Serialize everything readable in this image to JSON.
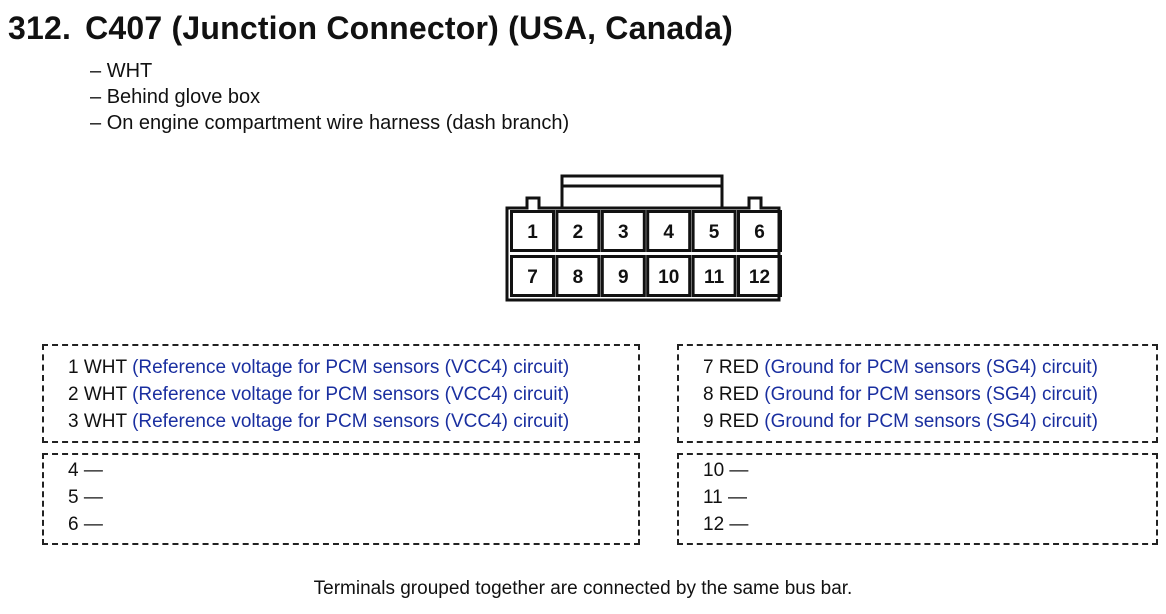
{
  "title": {
    "number": "312.",
    "text": "C407 (Junction Connector) (USA, Canada)"
  },
  "notes": [
    "WHT",
    "Behind glove box",
    "On engine compartment wire harness (dash branch)"
  ],
  "connector": {
    "top_row": [
      "1",
      "2",
      "3",
      "4",
      "5",
      "6"
    ],
    "bottom_row": [
      "7",
      "8",
      "9",
      "10",
      "11",
      "12"
    ]
  },
  "groups": [
    {
      "rows": [
        {
          "pin": "1",
          "wire": "WHT",
          "circuit": "(Reference voltage for PCM sensors (VCC4) circuit)"
        },
        {
          "pin": "2",
          "wire": "WHT",
          "circuit": "(Reference voltage for PCM sensors (VCC4) circuit)"
        },
        {
          "pin": "3",
          "wire": "WHT",
          "circuit": "(Reference voltage for PCM sensors (VCC4) circuit)"
        }
      ]
    },
    {
      "rows": [
        {
          "pin": "7",
          "wire": "RED",
          "circuit": "(Ground for PCM sensors (SG4) circuit)"
        },
        {
          "pin": "8",
          "wire": "RED",
          "circuit": "(Ground for PCM sensors (SG4) circuit)"
        },
        {
          "pin": "9",
          "wire": "RED",
          "circuit": "(Ground for PCM sensors (SG4) circuit)"
        }
      ]
    },
    {
      "rows": [
        {
          "pin": "4",
          "wire": "—",
          "circuit": ""
        },
        {
          "pin": "5",
          "wire": "—",
          "circuit": ""
        },
        {
          "pin": "6",
          "wire": "—",
          "circuit": ""
        }
      ]
    },
    {
      "rows": [
        {
          "pin": "10",
          "wire": "—",
          "circuit": ""
        },
        {
          "pin": "11",
          "wire": "—",
          "circuit": ""
        },
        {
          "pin": "12",
          "wire": "—",
          "circuit": ""
        }
      ]
    }
  ],
  "footer": "Terminals grouped together are connected by the same bus bar."
}
